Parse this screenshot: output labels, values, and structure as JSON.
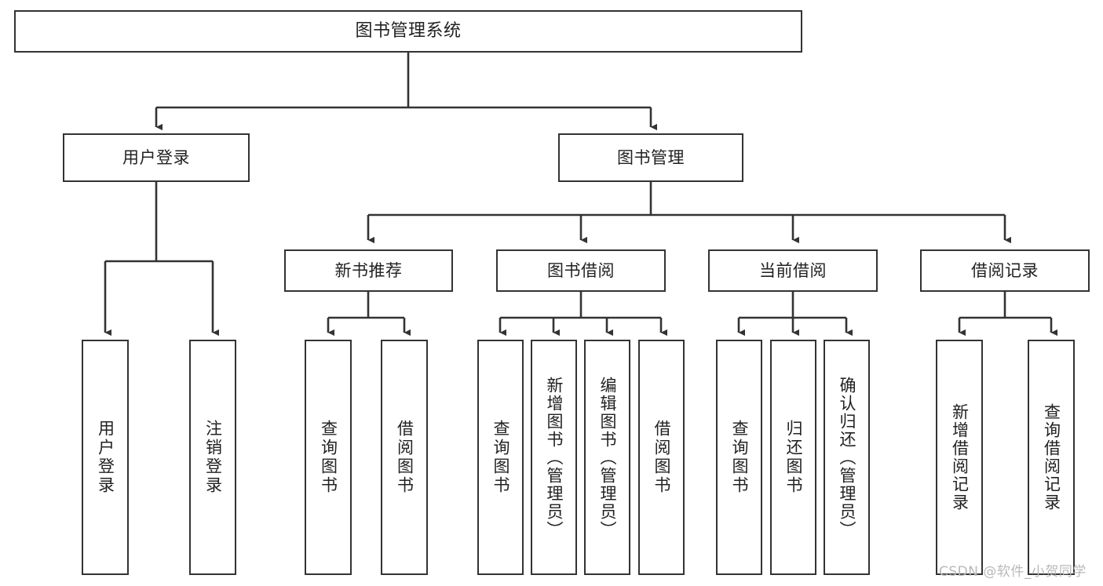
{
  "diagram": {
    "title": "图书管理系统",
    "type": "tree",
    "colors": {
      "node_border": "#333333",
      "node_fill": "#ffffff",
      "edge": "#333333",
      "text": "#222222",
      "watermark": "#b9b9b9"
    },
    "watermark": "CSDN @软件_小贺同学",
    "nodes": {
      "root": {
        "label": "图书管理系统"
      },
      "level1": [
        {
          "id": "user-login",
          "label": "用户登录"
        },
        {
          "id": "book-manage",
          "label": "图书管理"
        }
      ],
      "level2": [
        {
          "id": "new-book-recommend",
          "label": "新书推荐"
        },
        {
          "id": "book-borrow",
          "label": "图书借阅"
        },
        {
          "id": "current-borrow",
          "label": "当前借阅"
        },
        {
          "id": "borrow-record",
          "label": "借阅记录"
        }
      ],
      "leaves": {
        "user-login": [
          {
            "id": "leaf-user-login",
            "label": "用户登录"
          },
          {
            "id": "leaf-logout",
            "label": "注销登录"
          }
        ],
        "new-book-recommend": [
          {
            "id": "leaf-query-book-1",
            "label": "查询图书"
          },
          {
            "id": "leaf-borrow-book-1",
            "label": "借阅图书"
          }
        ],
        "book-borrow": [
          {
            "id": "leaf-query-book-2",
            "label": "查询图书"
          },
          {
            "id": "leaf-add-book",
            "label": "新增图书（管理员）"
          },
          {
            "id": "leaf-edit-book",
            "label": "编辑图书（管理员）"
          },
          {
            "id": "leaf-borrow-book-2",
            "label": "借阅图书"
          }
        ],
        "current-borrow": [
          {
            "id": "leaf-query-book-3",
            "label": "查询图书"
          },
          {
            "id": "leaf-return-book",
            "label": "归还图书"
          },
          {
            "id": "leaf-confirm-return",
            "label": "确认归还（管理员）"
          }
        ],
        "borrow-record": [
          {
            "id": "leaf-add-record",
            "label": "新增借阅记录"
          },
          {
            "id": "leaf-query-record",
            "label": "查询借阅记录"
          }
        ]
      }
    }
  }
}
